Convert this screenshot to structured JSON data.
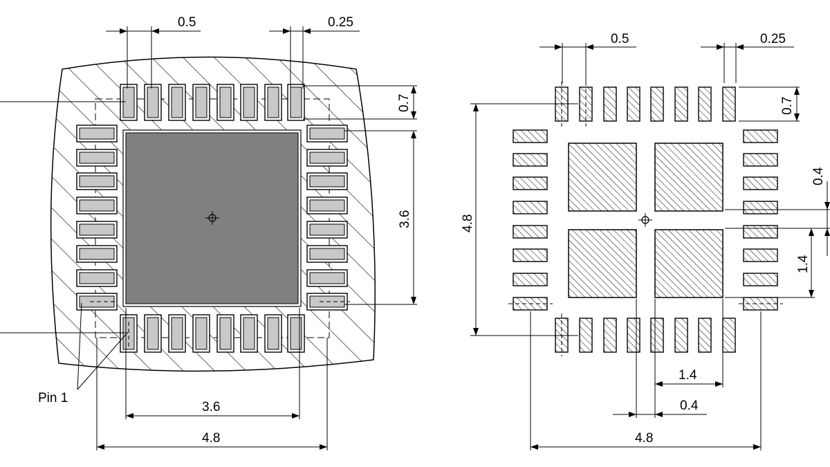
{
  "colors": {
    "ink": "#000000",
    "paper": "#ffffff",
    "pad_fill": "#c8c8c8",
    "exposed_pad_fill": "#808080"
  },
  "left_view": {
    "pin1_label": "Pin 1",
    "dims": {
      "top_pitch": "0.5",
      "top_width": "0.25",
      "pad_length": "0.7",
      "pad_height": "3.6",
      "bottom_inner": "3.6",
      "bottom_outer": "4.8"
    }
  },
  "right_view": {
    "dims": {
      "top_pitch": "0.5",
      "top_width": "0.25",
      "pad_length": "0.7",
      "gap_vertical": "0.4",
      "square_vertical": "1.4",
      "body_vertical": "4.8",
      "square_horizontal": "1.4",
      "gap_horizontal": "0.4",
      "body_horizontal": "4.8"
    }
  }
}
